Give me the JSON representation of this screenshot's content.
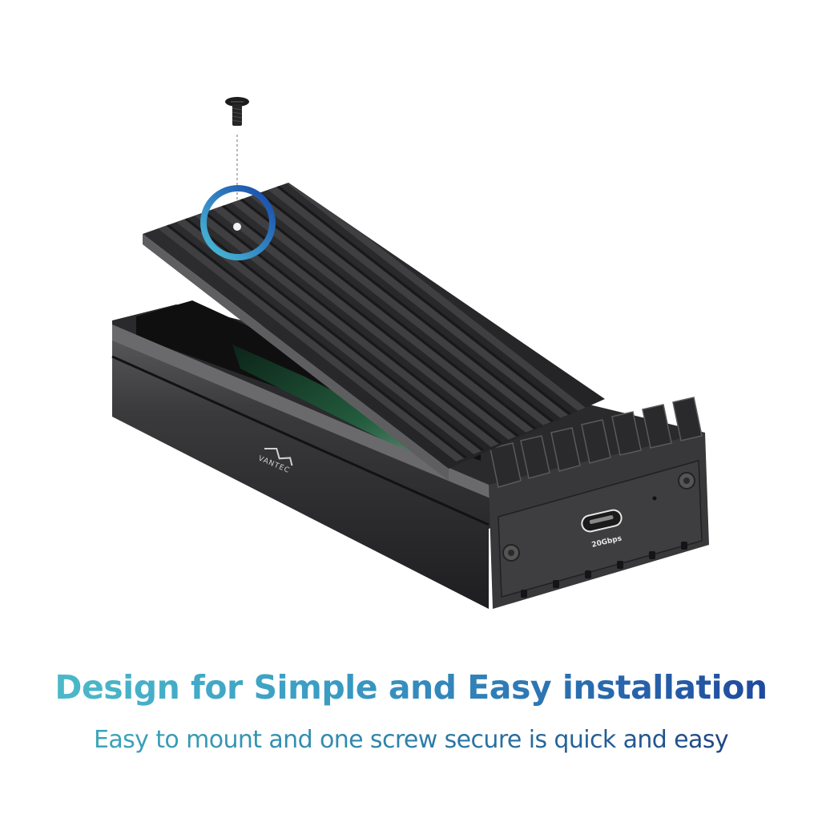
{
  "headline": "Design for Simple and Easy installation",
  "subheadline": "Easy to mount and one screw secure is quick and easy",
  "product": {
    "brand": "VANTEC",
    "port_label": "20Gbps",
    "callout": "screw-hole-highlight"
  },
  "colors": {
    "headline_start": "#4fbfc9",
    "headline_end": "#1b3f99",
    "callout_ring_start": "#45b6d6",
    "callout_ring_end": "#1a4fa8",
    "enclosure": "#2b2b2d",
    "pcb": "#1f5a3a"
  }
}
